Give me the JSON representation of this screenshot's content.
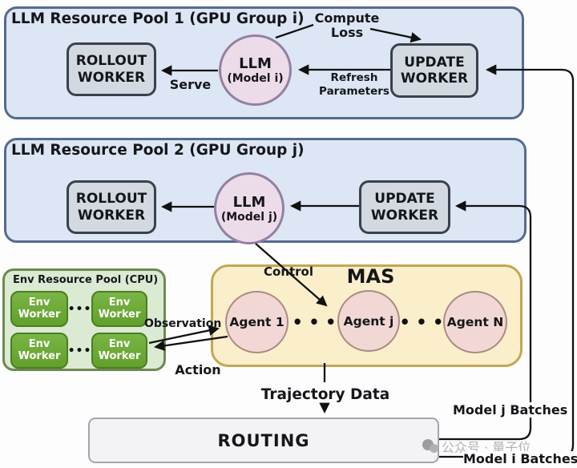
{
  "pool1": {
    "title": "LLM Resource Pool 1 (GPU Group i)",
    "rollout_worker": "ROLLOUT\nWORKER",
    "llm_line1": "LLM",
    "llm_line2": "(Model i)",
    "update_worker": "UPDATE\nWORKER",
    "compute_loss": "Compute\nLoss",
    "serve": "Serve",
    "refresh_parameters": "Refresh\nParameters"
  },
  "pool2": {
    "title": "LLM Resource Pool 2 (GPU Group j)",
    "rollout_worker": "ROLLOUT\nWORKER",
    "llm_line1": "LLM",
    "llm_line2": "(Model j)",
    "update_worker": "UPDATE\nWORKER"
  },
  "env_pool": {
    "title": "Env Resource Pool (CPU)",
    "worker": "Env\nWorker",
    "ellipsis": "•••"
  },
  "mas": {
    "title": "MAS",
    "control": "Control",
    "agents": [
      "Agent 1",
      "Agent j",
      "Agent N"
    ],
    "ellipsis": "• • •"
  },
  "flow_labels": {
    "observation": "Observation",
    "action": "Action",
    "trajectory": "Trajectory Data",
    "model_j_batches": "Model j Batches",
    "model_i_batches": "Model i Batches"
  },
  "routing": {
    "label": "ROUTING"
  },
  "watermark": {
    "text": "公众号 · 量子位"
  },
  "colors": {
    "pool_fill": "#dce6f4",
    "pool_border": "#566a8e",
    "worker_fill": "#d2d9e0",
    "worker_border": "#3a414e",
    "llm_fill": "#ecdce9",
    "llm_border": "#94809e",
    "mas_fill": "#faefca",
    "mas_border": "#c1a753",
    "env_pool_fill": "#dbead2",
    "env_pool_border": "#6d8953",
    "env_worker_fill": "#69a92f",
    "agent_fill": "#f1d8d4",
    "agent_border": "#aa8b84",
    "routing_fill": "#f3f3f5",
    "arrow": "#111111"
  }
}
